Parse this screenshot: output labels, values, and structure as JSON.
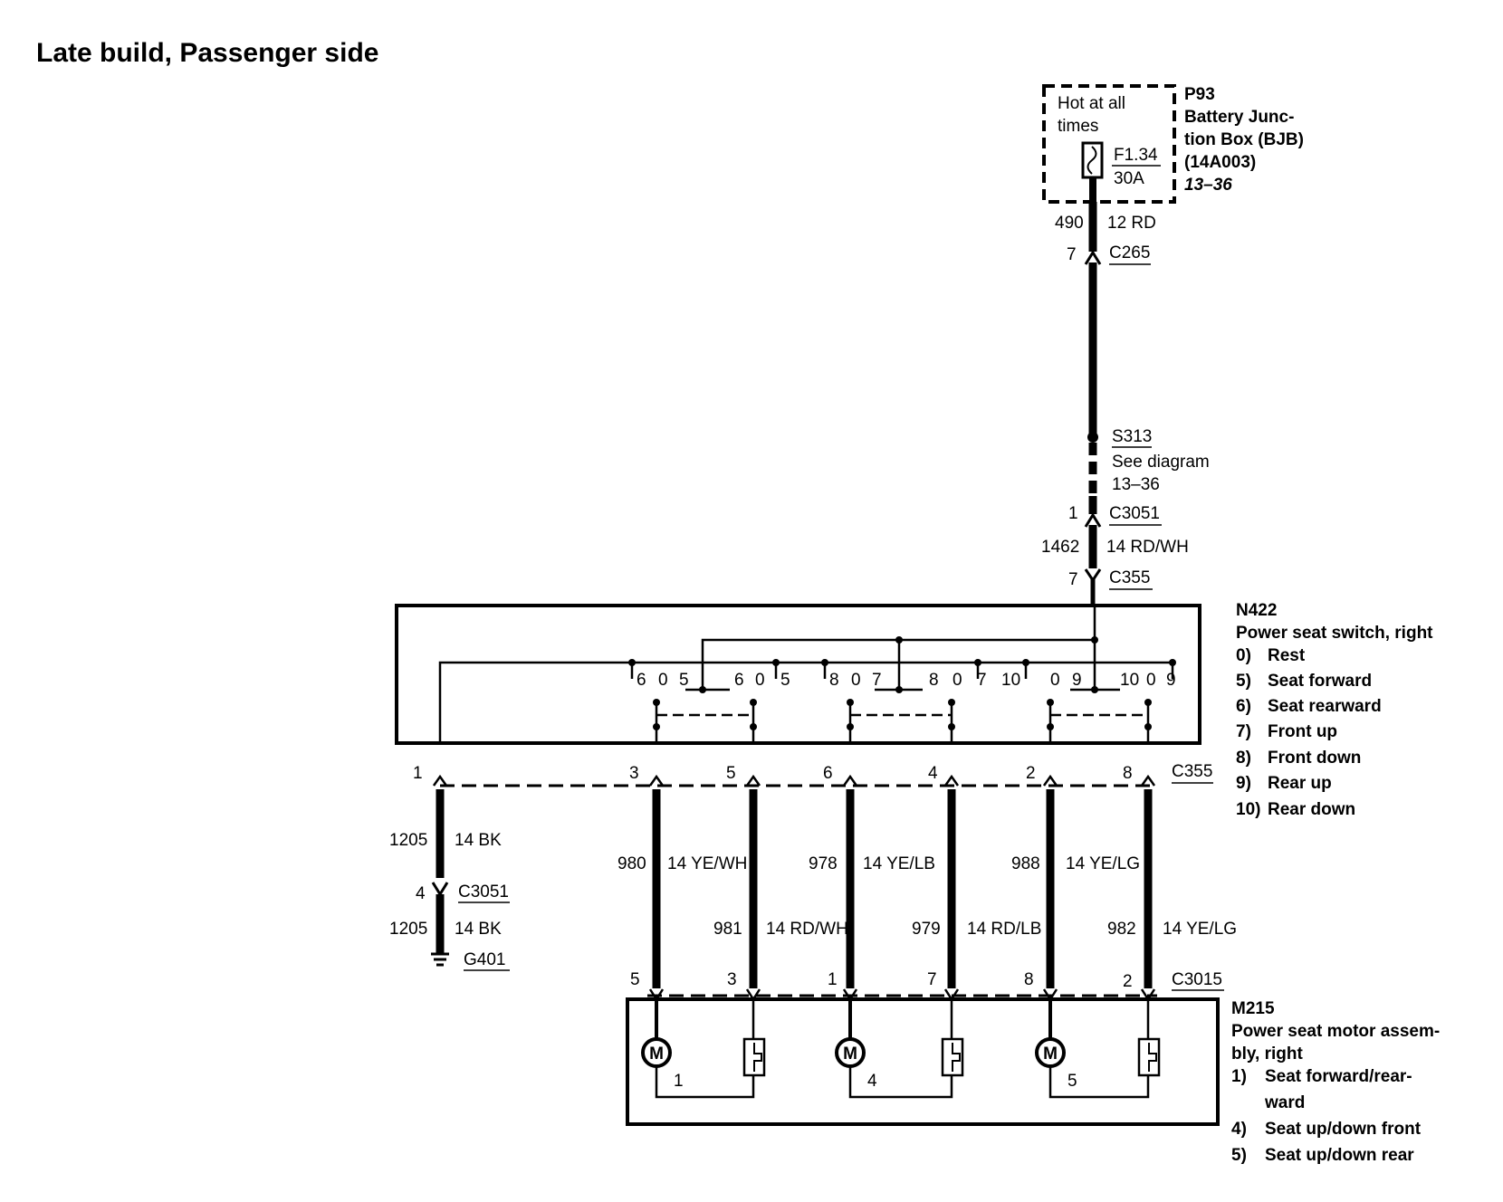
{
  "title": "Late build, Passenger side",
  "bjb": {
    "hot_line1": "Hot at all",
    "hot_line2": "times",
    "fuse_id": "F1.34",
    "fuse_rating": "30A",
    "id": "P93",
    "name_line1": "Battery Junc-",
    "name_line2": "tion Box (BJB)",
    "part": "(14A003)",
    "ref": "13–36"
  },
  "feed": {
    "circuit_a": "490",
    "wire_a": "12 RD",
    "pin_c265": "7",
    "conn_c265": "C265",
    "splice": "S313",
    "splice_note1": "See diagram",
    "splice_note2": "13–36",
    "pin_c3051": "1",
    "conn_c3051": "C3051",
    "circuit_b": "1462",
    "wire_b": "14 RD/WH",
    "pin_c355": "7",
    "conn_c355": "C355"
  },
  "switch": {
    "id": "N422",
    "name": "Power seat switch, right",
    "legend": [
      {
        "key": "0)",
        "text": "Rest"
      },
      {
        "key": "5)",
        "text": "Seat forward"
      },
      {
        "key": "6)",
        "text": "Seat rearward"
      },
      {
        "key": "7)",
        "text": "Front up"
      },
      {
        "key": "8)",
        "text": "Front down"
      },
      {
        "key": "9)",
        "text": "Rear up"
      },
      {
        "key": "10)",
        "text": "Rear down"
      }
    ],
    "contacts": [
      "6",
      "0",
      "5",
      "6",
      "0",
      "5",
      "8",
      "0",
      "7",
      "8",
      "0",
      "7",
      "10",
      "0",
      "9",
      "10",
      "0",
      "9"
    ]
  },
  "c355": {
    "label": "C355",
    "pins": [
      "1",
      "3",
      "5",
      "6",
      "4",
      "2",
      "8"
    ]
  },
  "ground": {
    "circuit1": "1205",
    "wire1": "14 BK",
    "pin_c3051": "4",
    "conn_c3051": "C3051",
    "circuit2": "1205",
    "wire2": "14 BK",
    "ground_id": "G401"
  },
  "wires": [
    {
      "circuit": "980",
      "color": "14 YE/WH"
    },
    {
      "circuit": "981",
      "color": "14 RD/WH"
    },
    {
      "circuit": "978",
      "color": "14 YE/LB"
    },
    {
      "circuit": "979",
      "color": "14 RD/LB"
    },
    {
      "circuit": "988",
      "color": "14 YE/LG"
    },
    {
      "circuit": "982",
      "color": "14 YE/LG"
    }
  ],
  "c3015": {
    "label": "C3015",
    "pins": [
      "5",
      "3",
      "1",
      "7",
      "8",
      "2"
    ]
  },
  "motor": {
    "id": "M215",
    "name_line1": "Power seat motor assem-",
    "name_line2": "bly, right",
    "motor_labels": [
      "1",
      "4",
      "5"
    ],
    "motor_symbol": "M",
    "legend": [
      {
        "key": "1)",
        "text": "Seat forward/rear-",
        "text2": "ward"
      },
      {
        "key": "4)",
        "text": "Seat up/down front"
      },
      {
        "key": "5)",
        "text": "Seat up/down rear"
      }
    ]
  }
}
